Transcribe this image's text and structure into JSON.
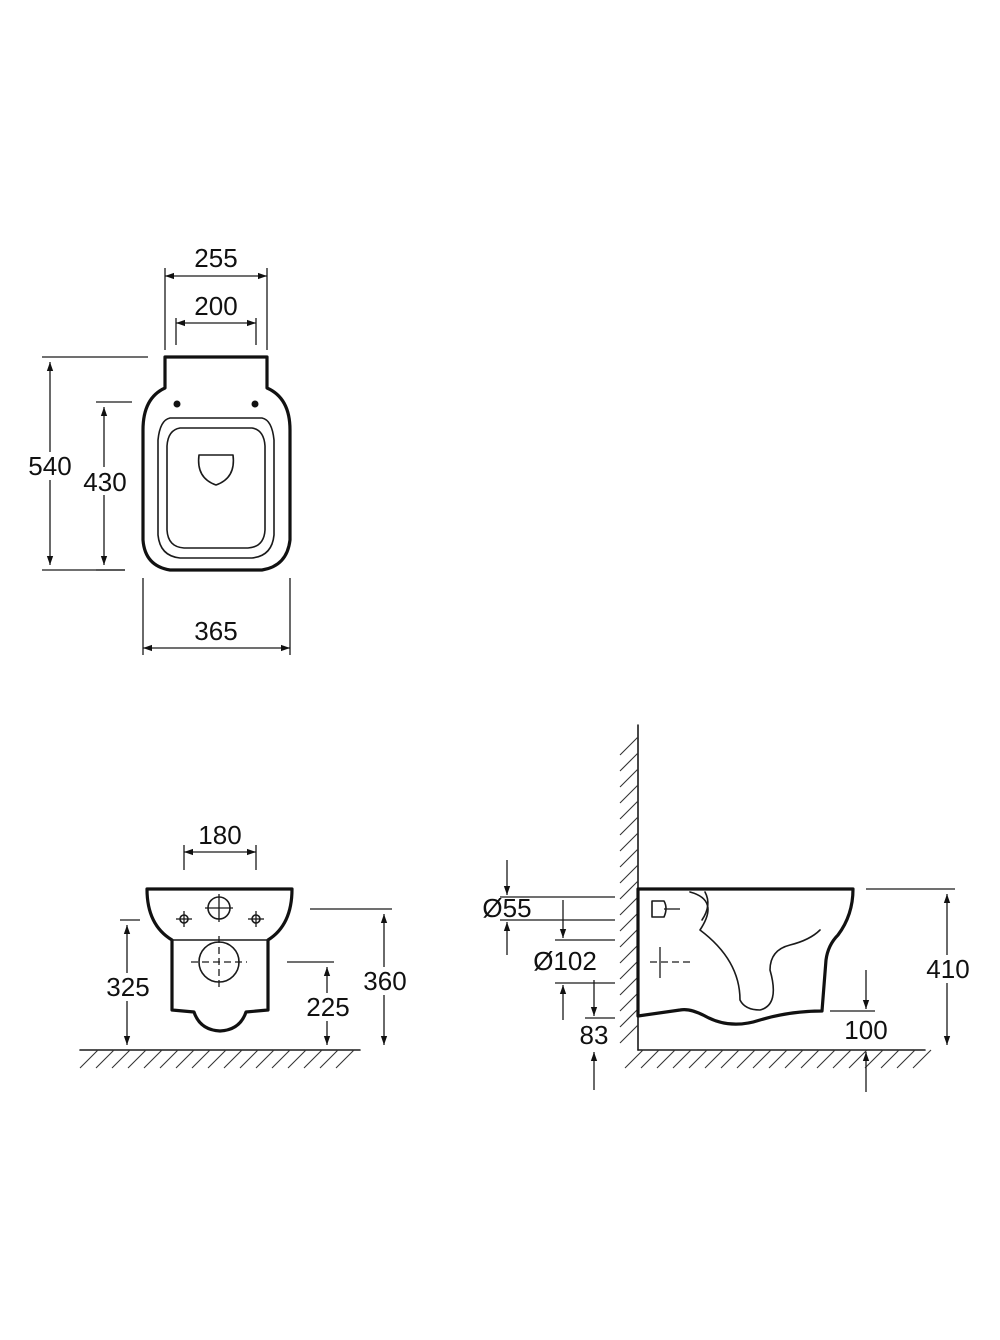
{
  "top_view": {
    "seat_width": "255",
    "hole_spacing": "200",
    "total_length": "540",
    "inner_length": "430",
    "bowl_width": "365"
  },
  "front_view": {
    "fixing_spacing": "180",
    "fixing_height": "325",
    "total_height": "360",
    "outlet_height": "225"
  },
  "side_view": {
    "inlet_diameter": "Ø55",
    "outlet_diameter": "Ø102",
    "outlet_clearance": "83",
    "base_height": "100",
    "rim_height": "410"
  }
}
